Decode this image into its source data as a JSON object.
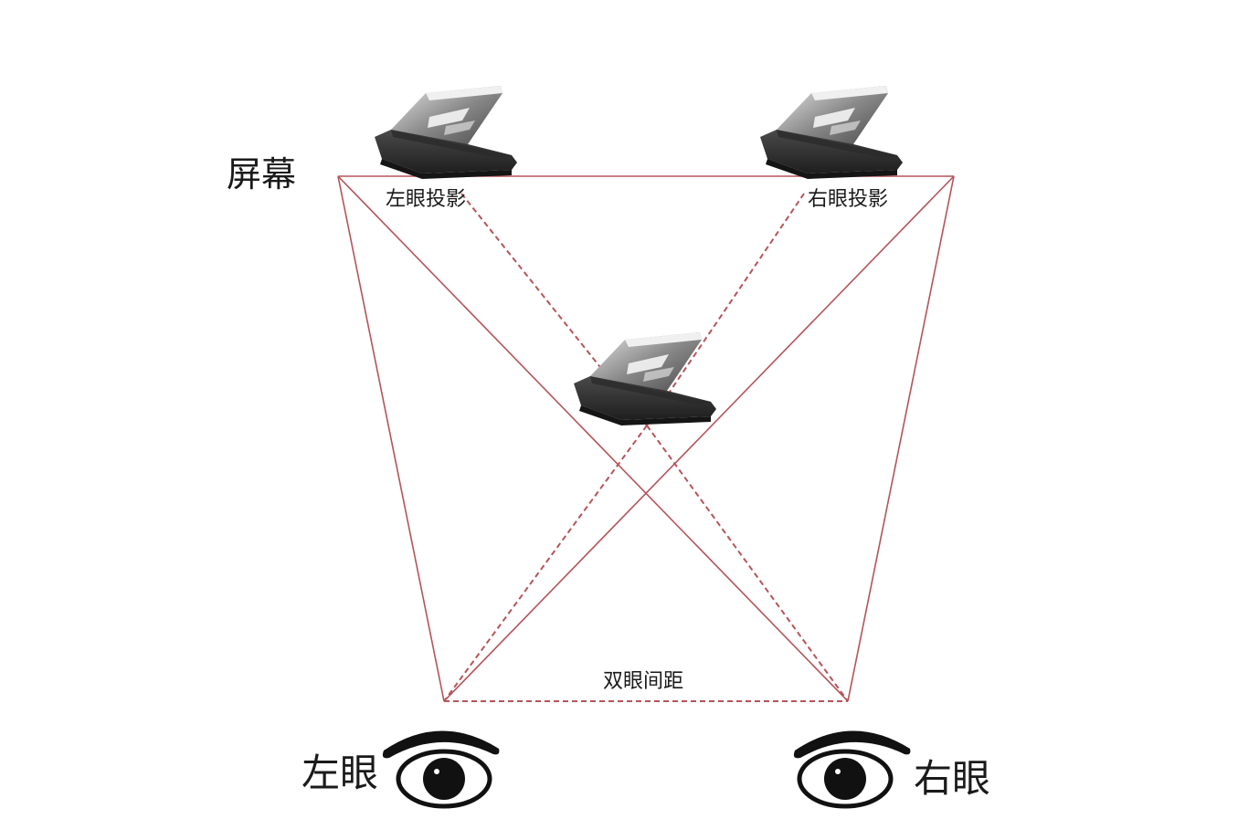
{
  "labels": {
    "screen": "屏幕",
    "left_projection": "左眼投影",
    "right_projection": "右眼投影",
    "eye_distance": "双眼间距",
    "left_eye": "左眼",
    "right_eye": "右眼"
  },
  "icons": {
    "laptop": "laptop-icon",
    "eye": "eye-icon"
  },
  "colors": {
    "line": "#b5545a",
    "ink": "#111111",
    "laptop_dark": "#2b2b2b",
    "laptop_mid": "#6f6f6f",
    "laptop_light": "#d8d8d8"
  }
}
